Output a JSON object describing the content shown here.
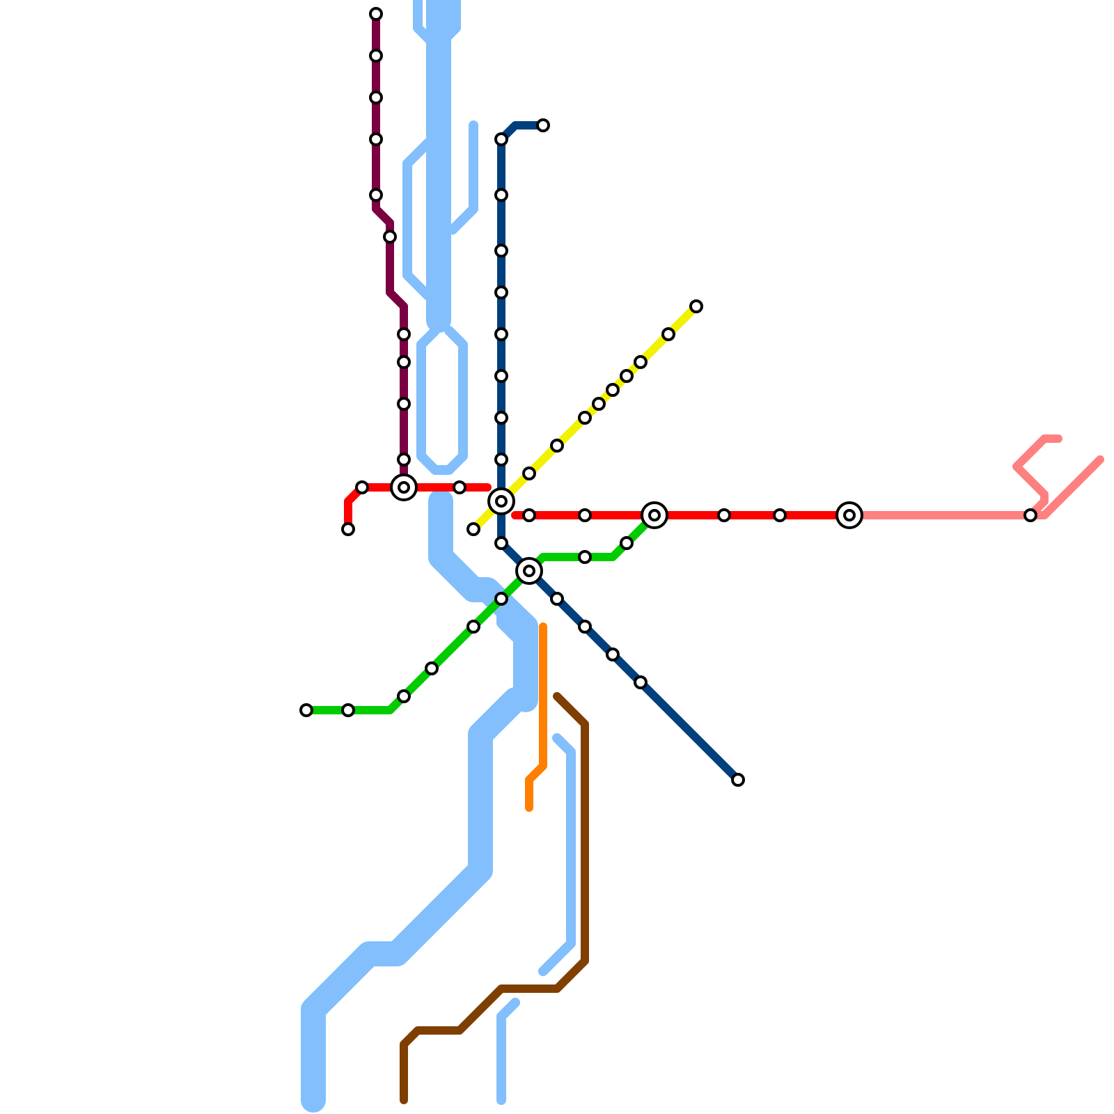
{
  "map": {
    "kind": "schematic transit map",
    "labels_shown": false,
    "colors": {
      "water": "#82BFFC",
      "purple_line": "#7B0041",
      "red_line": "#FF0000",
      "navy_line": "#003F7D",
      "yellow_line": "#F2F200",
      "green_line": "#00CC00",
      "orange_line": "#FF7F00",
      "brown_line": "#7F3F00",
      "pink_line": "#FF8080",
      "station_fill": "#FFFFFF",
      "station_stroke": "#000000"
    },
    "lines": [
      {
        "id": "purple",
        "color": "#7B0041",
        "stations": 10
      },
      {
        "id": "red",
        "color": "#FF0000",
        "stations": 11
      },
      {
        "id": "navy",
        "color": "#003F7D",
        "stations": 17
      },
      {
        "id": "yellow",
        "color": "#F2F200",
        "stations": 10
      },
      {
        "id": "green",
        "color": "#00CC00",
        "stations": 10
      },
      {
        "id": "orange",
        "color": "#FF7F00",
        "stations": 0
      },
      {
        "id": "brown",
        "color": "#7F3F00",
        "stations": 0
      },
      {
        "id": "pink",
        "color": "#FF8080",
        "stations": 1
      }
    ],
    "transfer_stations": 5
  }
}
